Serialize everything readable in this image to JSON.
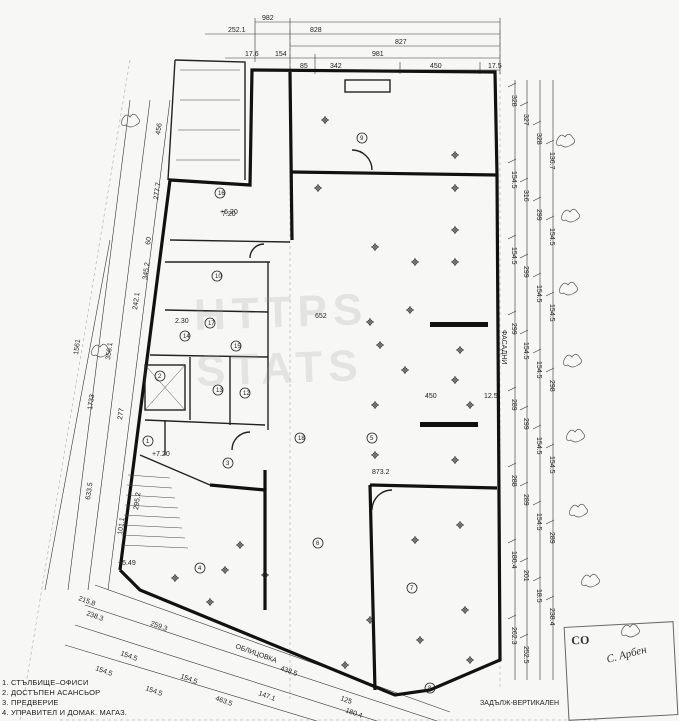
{
  "plan": {
    "top_dims": [
      "982",
      "828",
      "827",
      "981",
      "252.1",
      "342",
      "450",
      "85",
      "154",
      "17.5",
      "17.6"
    ],
    "mid_dims": [
      "652",
      "450",
      "12.5",
      "873.2",
      "7.20",
      "+7.20",
      "+5.49",
      "+6.20",
      "2.30"
    ],
    "left_dims": [
      "456",
      "277.7",
      "60",
      "345.2",
      "242.1",
      "356.1",
      "1733",
      "1561",
      "633.5",
      "277",
      "295.2",
      "101.1"
    ],
    "right_dims": [
      "328",
      "327",
      "328",
      "136.7",
      "154.5",
      "316",
      "299",
      "154.5",
      "154.5",
      "299",
      "154.5",
      "154.5",
      "299",
      "154.5",
      "154.5",
      "298",
      "289",
      "299",
      "154.5",
      "154.5",
      "288",
      "289",
      "154.5",
      "289",
      "180.4",
      "201",
      "18.5",
      "238.4",
      "262.3",
      "252.5"
    ],
    "bottom_dims": [
      "215.8",
      "238.3",
      "259.3",
      "438.5",
      "154.5",
      "154.5",
      "147.1",
      "463.5",
      "125",
      "180.4",
      "154.5",
      "154.5"
    ],
    "rooms": [
      "1",
      "2",
      "3",
      "4",
      "5",
      "6",
      "7",
      "8",
      "9",
      "10",
      "12",
      "13",
      "14",
      "15",
      "16",
      "17",
      "18"
    ],
    "annotations": [
      "ОБЛИЦОВКА",
      "ФАСАДНИ",
      "ЗАДЪЛЖ-ВЕРТИКАЛЕН"
    ]
  },
  "legend": [
    "1. СТЪЛБИЩЕ–ОФИСИ",
    "2. ДОСТЪПЕН АСАНСЬОР",
    "3. ПРЕДВЕРИЕ",
    "4. УПРАВИТЕЛ И ДОМАК. МАГАЗ."
  ],
  "watermark": {
    "line1": "HTTPS",
    "line2": "STATS"
  },
  "stamp": {
    "line1": "CO",
    "line2": "С. Арбен"
  }
}
